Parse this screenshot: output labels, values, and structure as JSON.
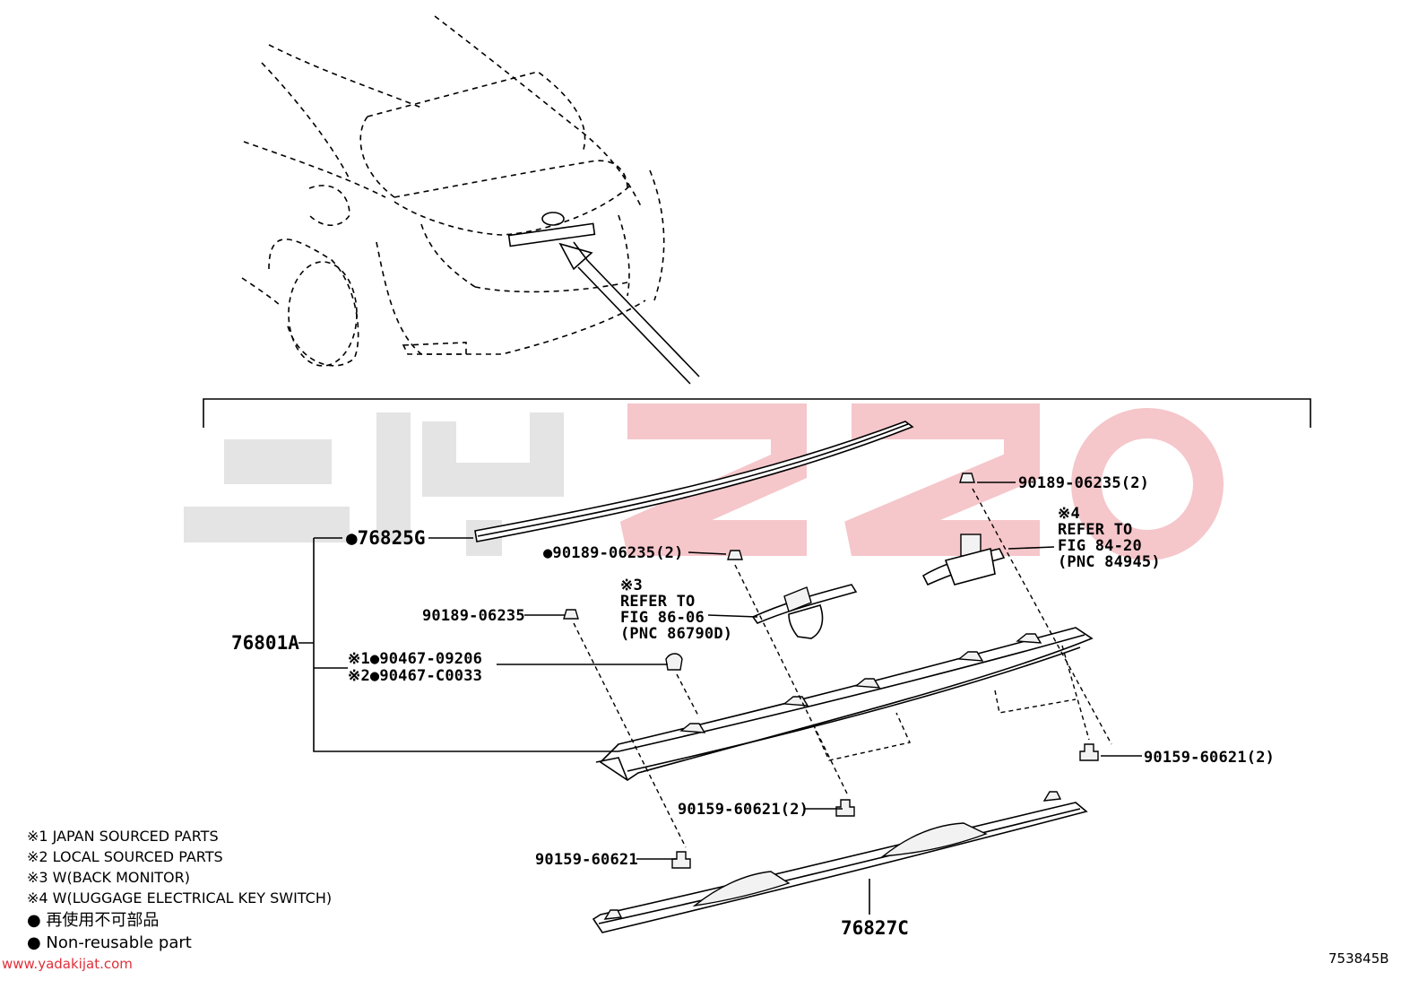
{
  "watermark": {
    "brand": "یدکی جات",
    "url": "www.yadakijat.com",
    "colors": {
      "grey": "#e2e2e2",
      "red": "#f4c4c8",
      "url": "#e0303a"
    }
  },
  "figure_code": "753845B",
  "callouts": {
    "c76825G": "●76825G",
    "c76801A": "76801A",
    "c90189_top_right": "90189-06235(2)",
    "c90189_mid": "●90189-06235(2)",
    "c90189_left": "90189-06235",
    "c90467_1": "※1●90467-09206",
    "c90467_2": "※2●90467-C0033",
    "c90159_right": "90159-60621(2)",
    "c90159_mid": "90159-60621(2)",
    "c90159_left": "90159-60621",
    "c76827C": "76827C"
  },
  "refs": {
    "ref3": [
      "※3",
      "REFER TO",
      "FIG 86-06",
      "(PNC 86790D)"
    ],
    "ref4": [
      "※4",
      "REFER TO",
      "FIG 84-20",
      "(PNC 84945)"
    ]
  },
  "legend": [
    "※1 JAPAN SOURCED PARTS",
    "※2 LOCAL SOURCED PARTS",
    "※3 W(BACK MONITOR)",
    "※4 W(LUGGAGE ELECTRICAL KEY SWITCH)",
    "● 再使用不可部品",
    "● Non-reusable part"
  ]
}
